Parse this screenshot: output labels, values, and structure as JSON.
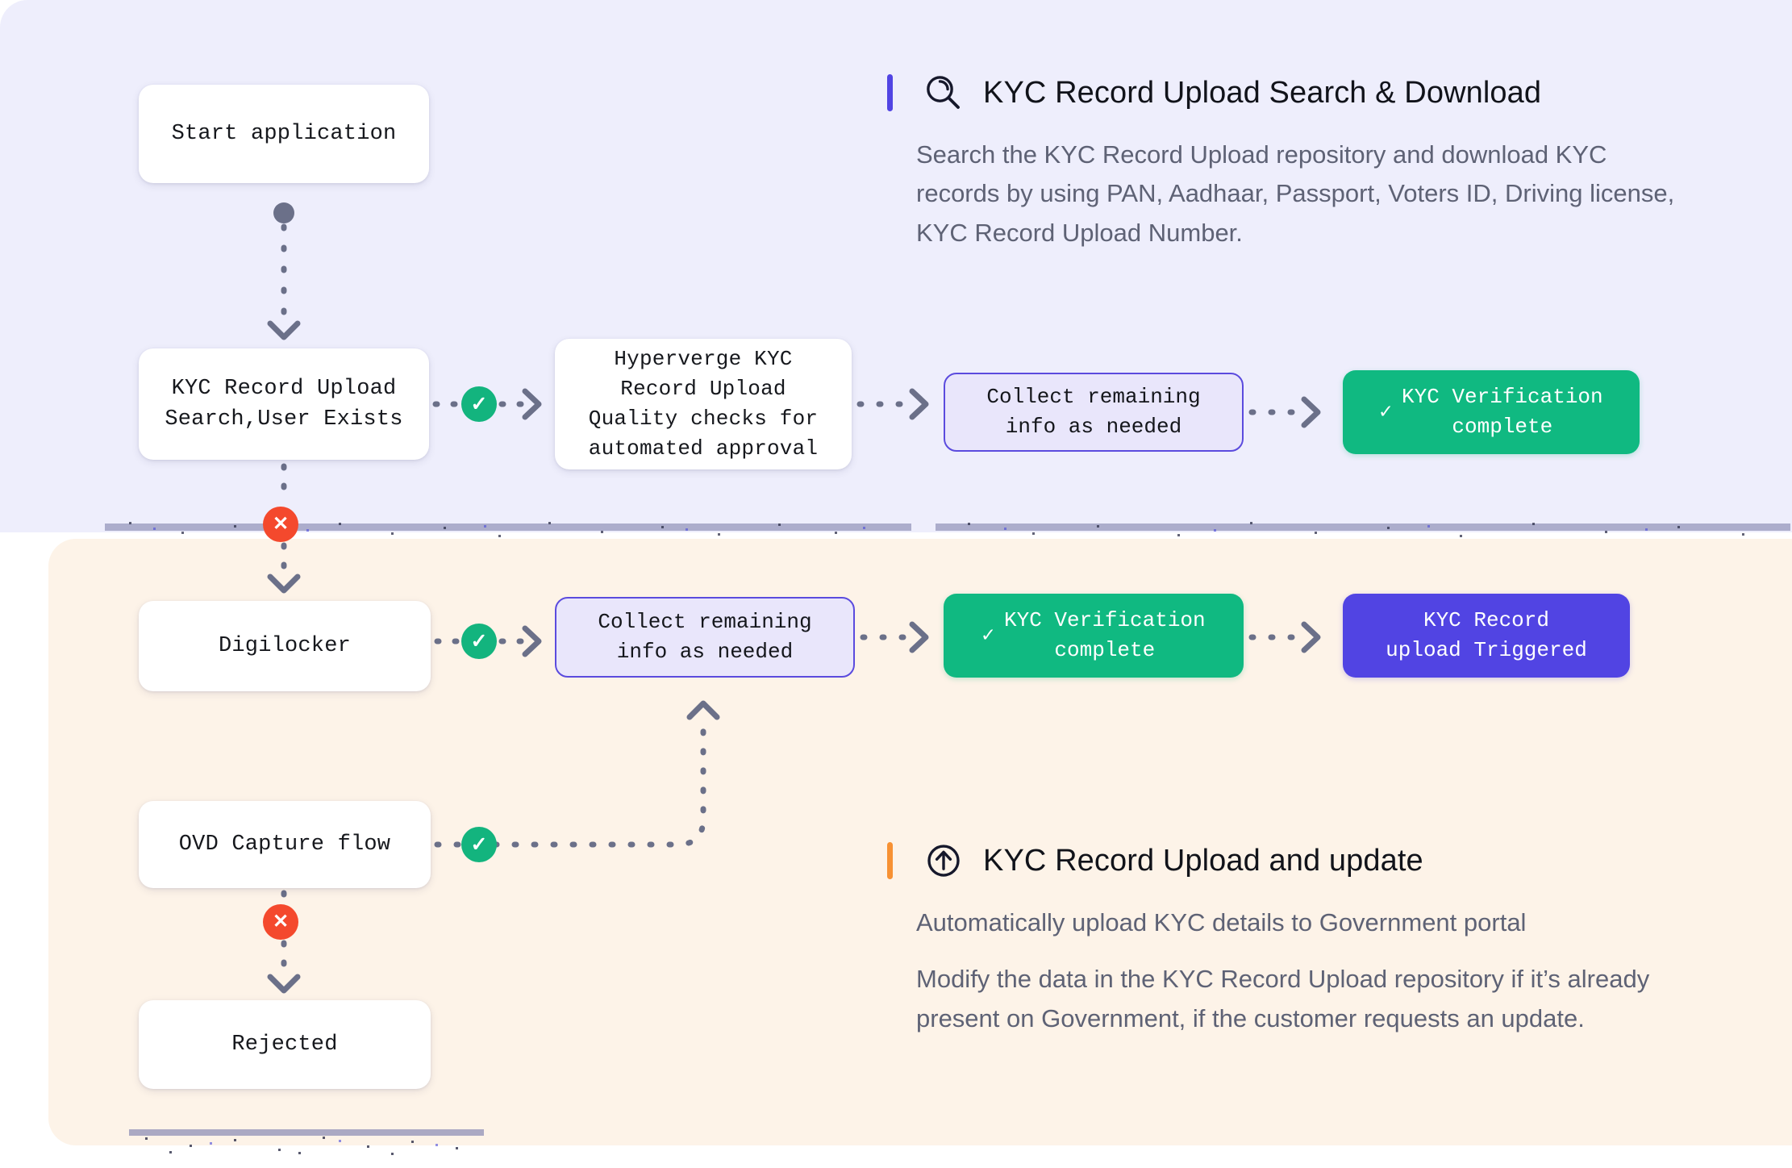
{
  "colors": {
    "panel_top_bg": "#eeeefc",
    "panel_bottom_bg": "#fdf3e8",
    "accent_indigo": "#5144e3",
    "accent_orange": "#f79133",
    "success_green": "#10b981",
    "error_red": "#f4492d",
    "lilac_node_bg": "#e9e6fb",
    "lilac_node_border": "#5b4bde"
  },
  "flow": {
    "nodes": [
      {
        "id": "start",
        "label": "Start application"
      },
      {
        "id": "kyc_search",
        "label": "KYC Record Upload\nSearch,User Exists"
      },
      {
        "id": "hyperverge",
        "label": "Hyperverge KYC\nRecord Upload\nQuality checks for\nautomated approval"
      },
      {
        "id": "collect_1",
        "label": "Collect remaining\ninfo as needed"
      },
      {
        "id": "verify_1",
        "label": "KYC Verification\ncomplete",
        "tick": "✓"
      },
      {
        "id": "digilocker",
        "label": "Digilocker"
      },
      {
        "id": "collect_2",
        "label": "Collect remaining\ninfo as needed"
      },
      {
        "id": "verify_2",
        "label": "KYC Verification\ncomplete",
        "tick": "✓"
      },
      {
        "id": "upload_trigger",
        "label": "KYC Record\nupload Triggered"
      },
      {
        "id": "ovd",
        "label": "OVD Capture flow"
      },
      {
        "id": "rejected",
        "label": "Rejected"
      }
    ],
    "badges": [
      {
        "id": "ok_1",
        "glyph": "✓",
        "kind": "success"
      },
      {
        "id": "no_1",
        "glyph": "✕",
        "kind": "error"
      },
      {
        "id": "ok_2",
        "glyph": "✓",
        "kind": "success"
      },
      {
        "id": "ok_3",
        "glyph": "✓",
        "kind": "success"
      },
      {
        "id": "no_2",
        "glyph": "✕",
        "kind": "error"
      }
    ]
  },
  "sections": {
    "search": {
      "icon": "search-icon",
      "title": "KYC Record Upload Search & Download",
      "paragraphs": [
        "Search the KYC Record Upload repository and download KYC records by using PAN, Aadhaar,  Passport,  Voters ID, Driving license, KYC Record Upload Number."
      ]
    },
    "upload": {
      "icon": "upload-circle-icon",
      "title": "KYC Record Upload and update",
      "paragraphs": [
        "Automatically upload KYC details to Government portal",
        "Modify the data in the KYC Record Upload repository if it’s already present on Government, if the customer requests an update."
      ]
    }
  }
}
